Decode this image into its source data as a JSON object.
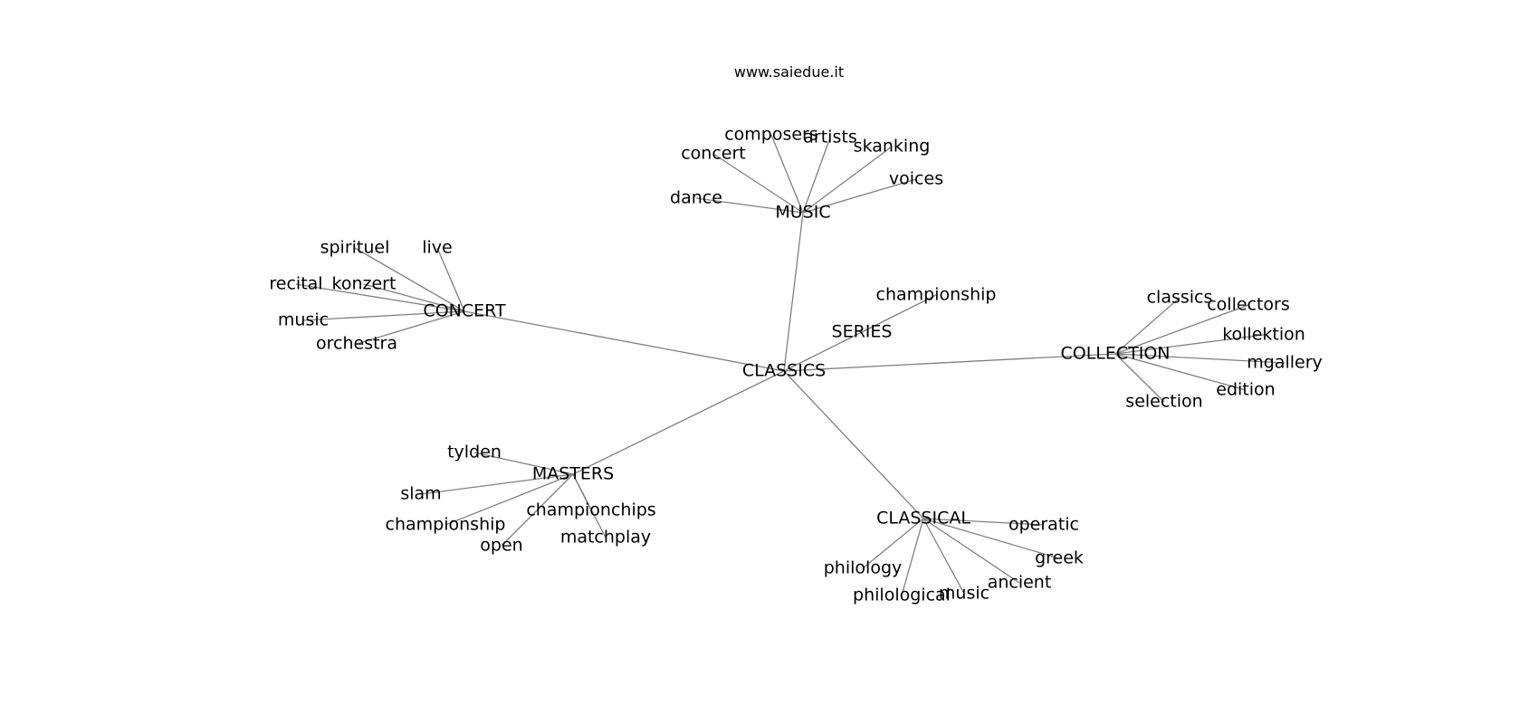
{
  "header": {
    "caption": "www.saiedue.it"
  },
  "graph": {
    "root": "CLASSICS",
    "hubs": [
      {
        "label": "MUSIC",
        "leaves": [
          "composers",
          "artists",
          "concert",
          "skanking",
          "voices",
          "dance"
        ]
      },
      {
        "label": "CONCERT",
        "leaves": [
          "spirituel",
          "live",
          "recital",
          "konzert",
          "music",
          "orchestra"
        ]
      },
      {
        "label": "SERIES",
        "leaves": [
          "championship"
        ]
      },
      {
        "label": "COLLECTION",
        "leaves": [
          "classics",
          "collectors",
          "kollektion",
          "mgallery",
          "edition",
          "selection"
        ]
      },
      {
        "label": "MASTERS",
        "leaves": [
          "tylden",
          "slam",
          "championchips",
          "championship",
          "open",
          "matchplay"
        ]
      },
      {
        "label": "CLASSICAL",
        "leaves": [
          "operatic",
          "greek",
          "philology",
          "ancient",
          "music",
          "philological"
        ]
      }
    ]
  }
}
